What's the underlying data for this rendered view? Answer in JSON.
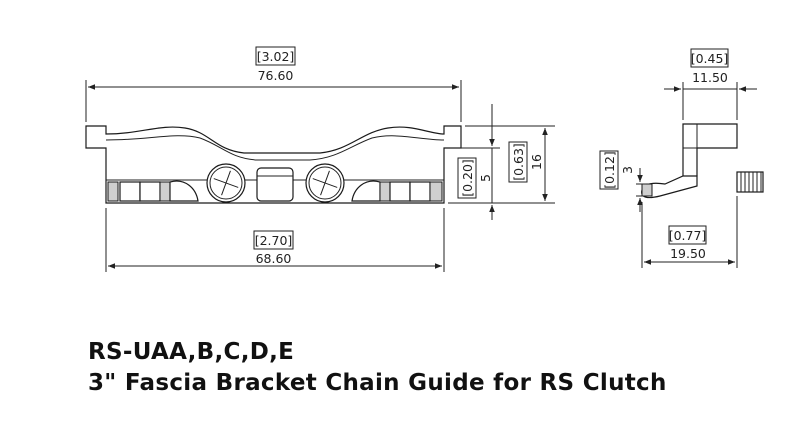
{
  "title": {
    "model": "RS-UAA,B,C,D,E",
    "name": "3\" Fascia Bracket Chain Guide for RS Clutch"
  },
  "dimensions": {
    "overall_width": {
      "in": "[3.02]",
      "mm": "76.60"
    },
    "base_width": {
      "in": "[2.70]",
      "mm": "68.60"
    },
    "lower_height": {
      "in": "[0.20]",
      "mm": "5"
    },
    "total_height": {
      "in": "[0.63]",
      "mm": "16"
    },
    "side_top_width": {
      "in": "[0.45]",
      "mm": "11.50"
    },
    "side_depth": {
      "in": "[0.77]",
      "mm": "19.50"
    },
    "tab_height": {
      "in": "[0.12]",
      "mm": "3"
    }
  }
}
